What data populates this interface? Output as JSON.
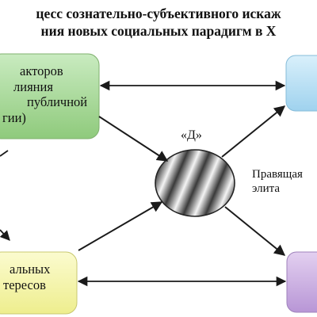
{
  "title": {
    "line1": "цесс сознательно-субъективного искаж",
    "line2": "ния новых социальных парадигм в Х"
  },
  "nodes": {
    "top_left": [
      "акторов",
      "лияния",
      "публичной",
      "гии)"
    ],
    "bottom_left": [
      "альных",
      "тересов"
    ],
    "center_label": "«Д»",
    "right_label": [
      "Правящая",
      "элита"
    ]
  },
  "colors": {
    "green_box": "#9bd08a",
    "yellow_box": "#f3f3a4",
    "blue_box": "#a9d8f2",
    "purple_box": "#c6a6de",
    "arrow": "#1a1a1a"
  }
}
